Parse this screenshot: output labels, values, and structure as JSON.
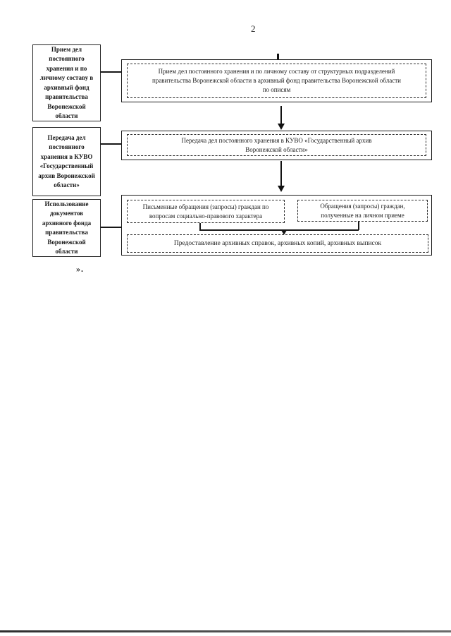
{
  "page": {
    "number": "2",
    "closing_mark": "»."
  },
  "sidebar": {
    "boxes": [
      {
        "text": "Прием дел постоянного хранения и по личному составу в архивный фонд правительства Воронежской области"
      },
      {
        "text": "Передача дел постоянного хранения в КУВО «Государственный архив Воронежской области»"
      },
      {
        "text": "Использование документов архивного фонда правительства Воронежской области"
      }
    ]
  },
  "flow": {
    "step1": {
      "text": "Прием дел постоянного хранения и по личному составу от структурных подразделений правительства Воронежской области в архивный фонд правительства Воронежской области по описям"
    },
    "step2": {
      "text": "Передача дел постоянного хранения в КУВО «Государственный архив Воронежской области»"
    },
    "step3_left": {
      "text": "Письменные обращения (запросы) граждан по вопросам социально-правового характера"
    },
    "step3_right": {
      "text": "Обращения (запросы) граждан, полученные на личном приеме"
    },
    "step3_result": {
      "text": "Предоставление архивных справок, архивных копий, архивных выписок"
    }
  }
}
